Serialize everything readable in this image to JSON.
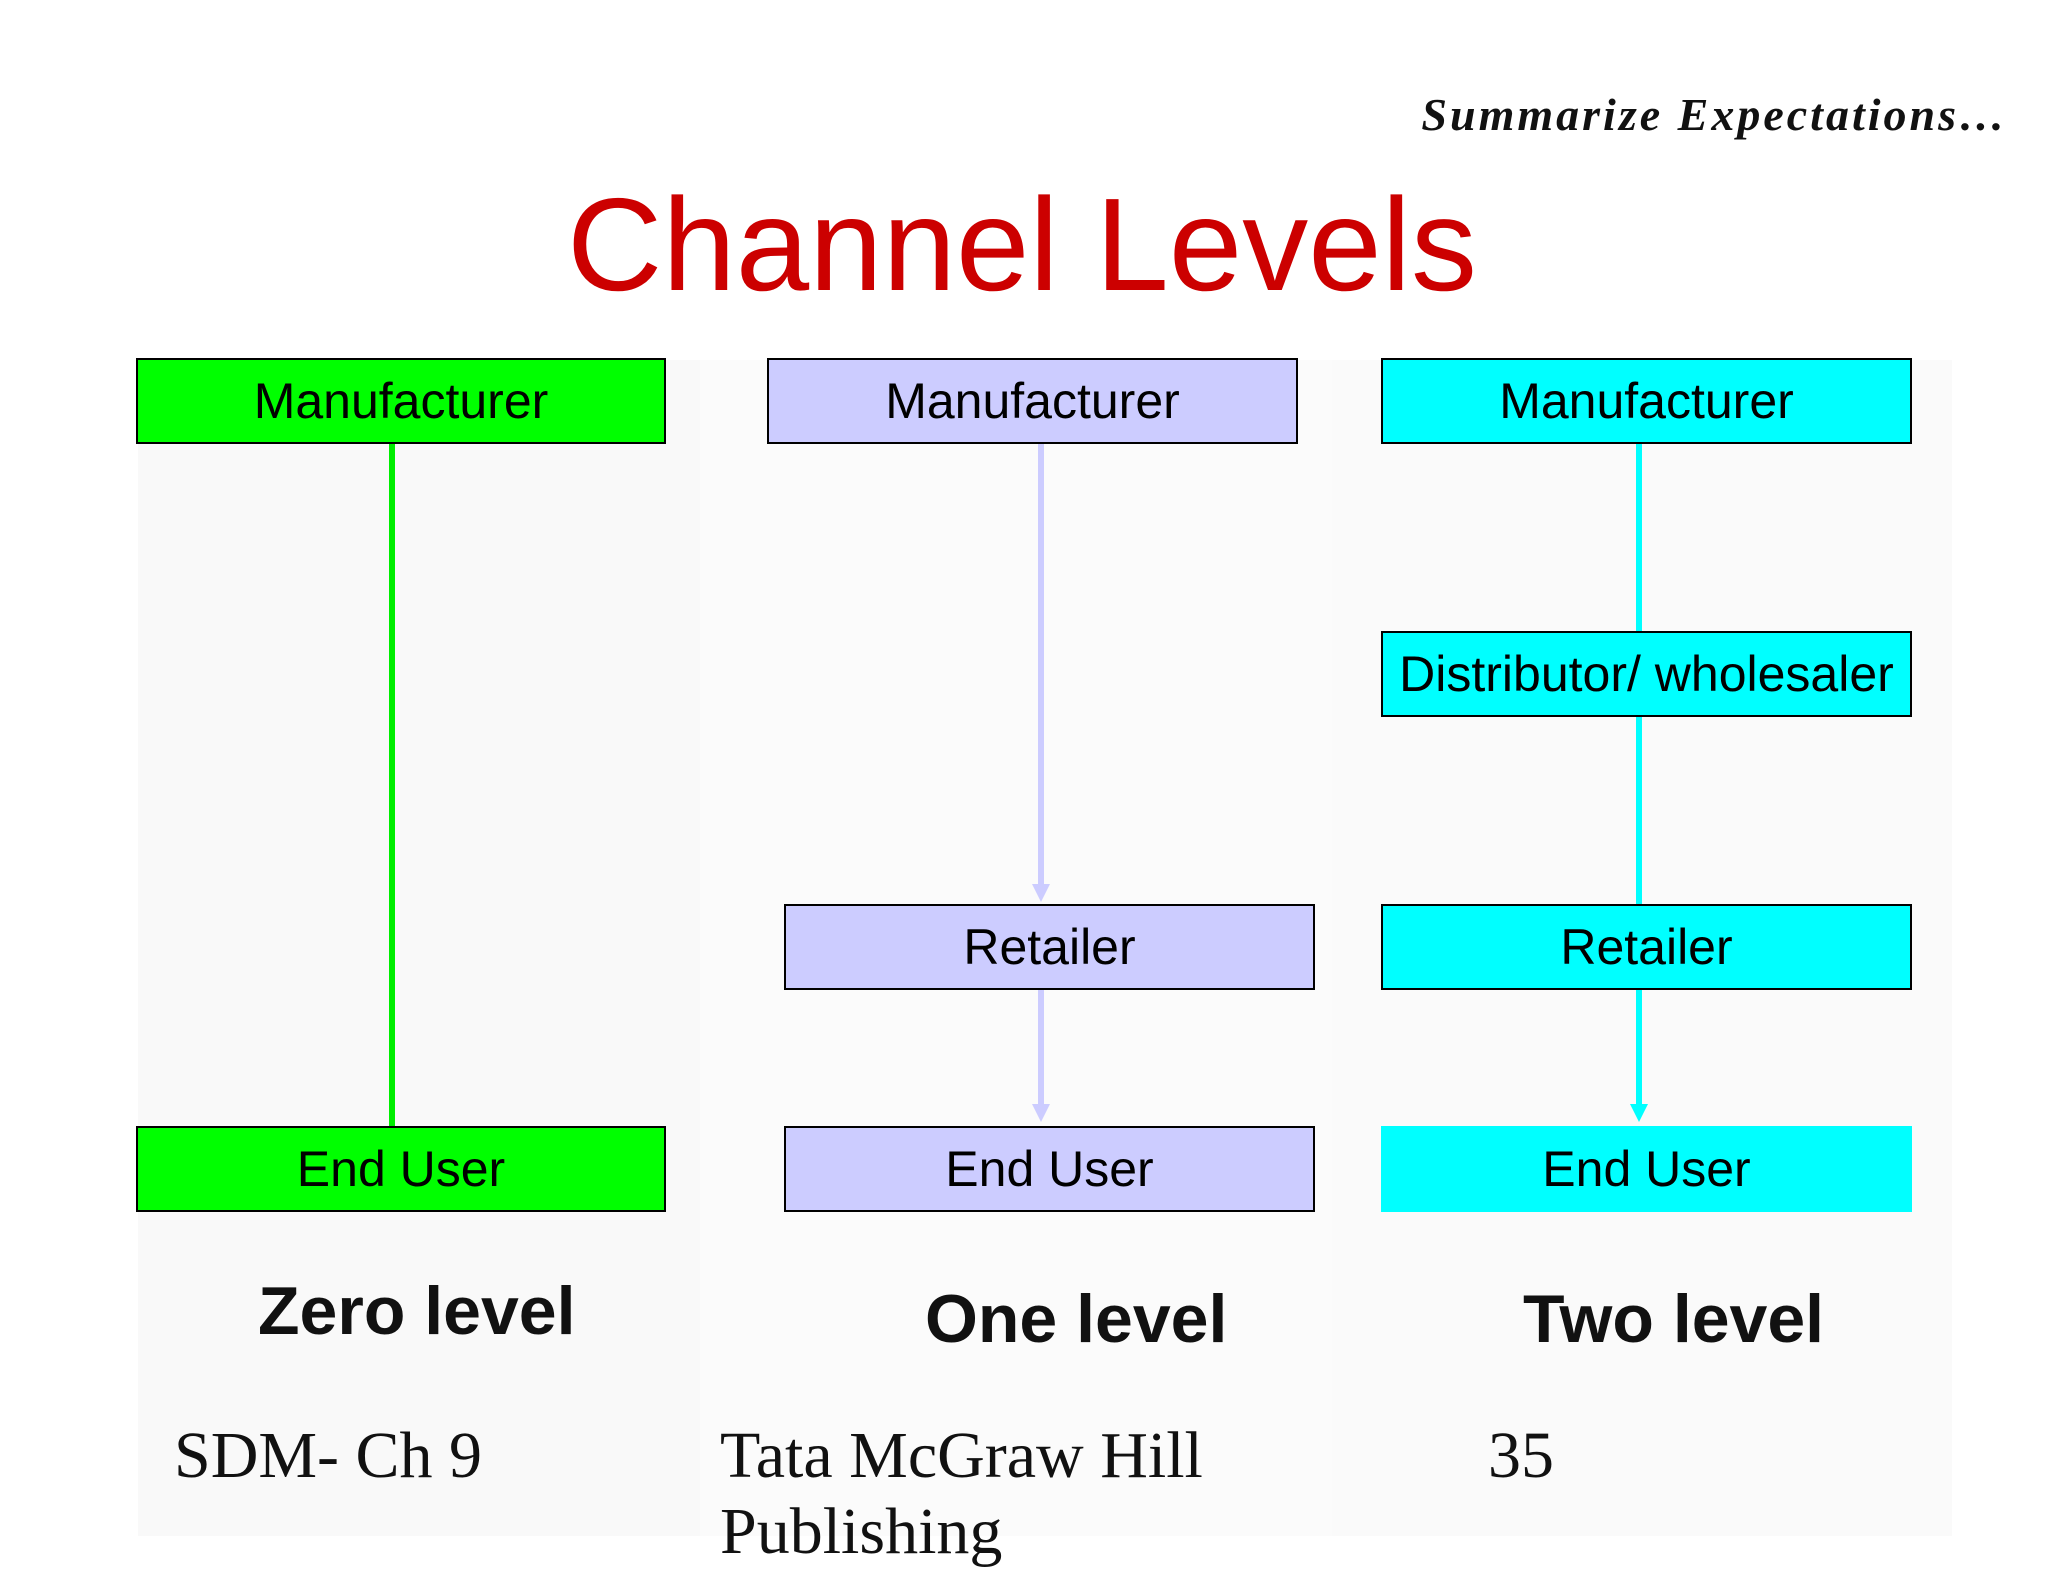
{
  "slide": {
    "tagline": "Summarize Expectations…",
    "title": "Channel Levels"
  },
  "colors": {
    "title": "#cc0000",
    "zero_level": "#00ff00",
    "one_level": "#ccccff",
    "two_level": "#00ffff"
  },
  "columns": [
    {
      "label": "Zero level",
      "boxes": [
        "Manufacturer",
        "End User"
      ]
    },
    {
      "label": "One level",
      "boxes": [
        "Manufacturer",
        "Retailer",
        "End User"
      ]
    },
    {
      "label": "Two level",
      "boxes": [
        "Manufacturer",
        "Distributor/ wholesaler",
        "Retailer",
        "End User"
      ]
    }
  ],
  "footer": {
    "left": "SDM- Ch 9",
    "center": "Tata McGraw Hill Publishing",
    "right": "35"
  }
}
